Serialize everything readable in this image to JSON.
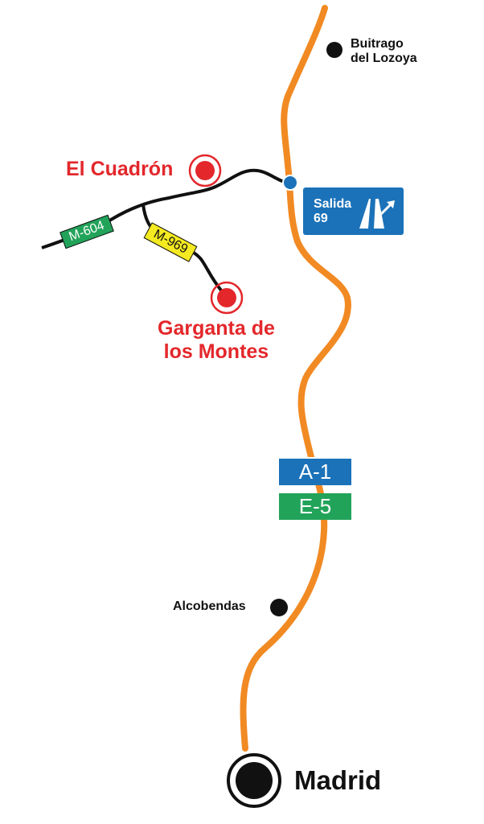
{
  "places": {
    "buitrago": "Buitrago\ndel Lozoya",
    "cuadron": "El Cuadrón",
    "garganta": "Garganta de\nlos Montes",
    "alcobendas": "Alcobendas",
    "madrid": "Madrid"
  },
  "exit_sign": {
    "line1": "Salida",
    "line2": "69"
  },
  "highway": {
    "a_road": "A-1",
    "e_road": "E-5"
  },
  "roads": {
    "m604": "M-604",
    "m969": "M-969"
  },
  "colors": {
    "highway": "#f18a23",
    "destination": "#e3272b",
    "exit_sign": "#1b72b9",
    "e_road": "#22a35a",
    "local_road_yellow": "#f4ea21",
    "exit_dot": "#1b72b9"
  }
}
